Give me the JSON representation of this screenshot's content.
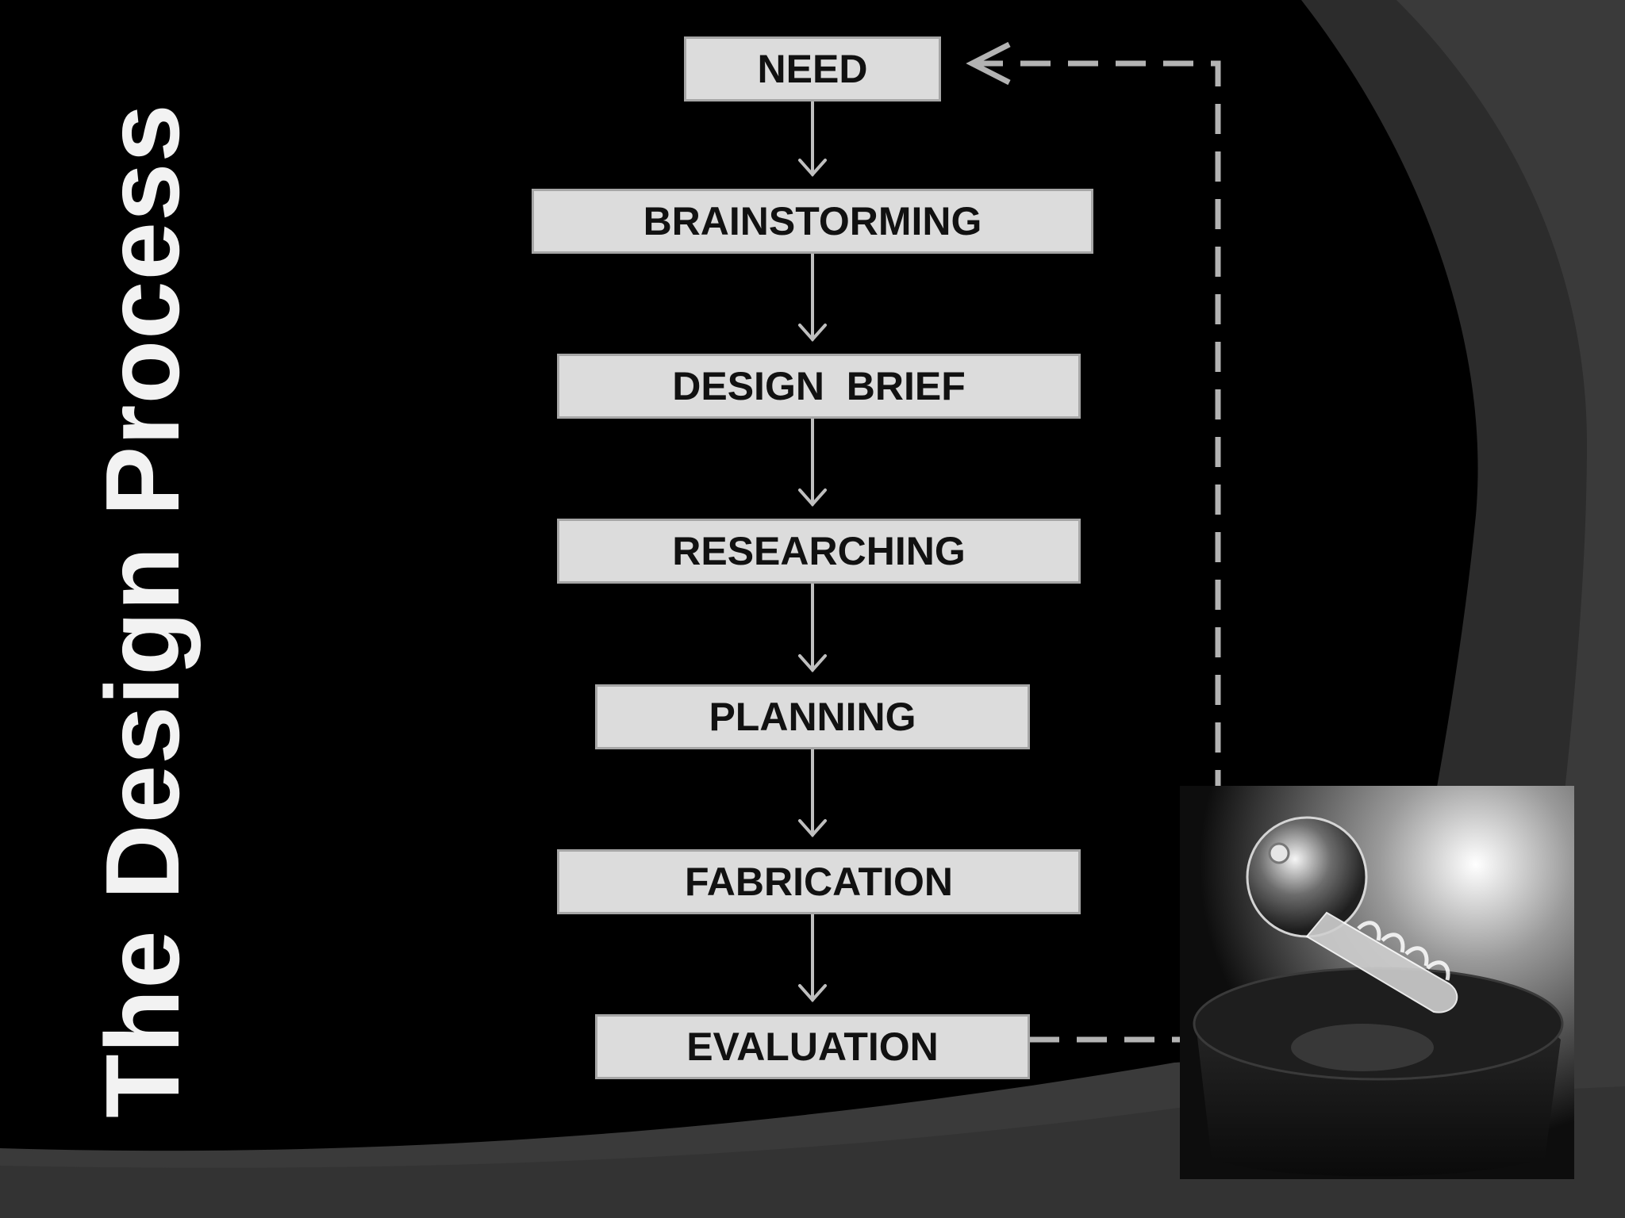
{
  "slide": {
    "title": "The Design Process",
    "colors": {
      "background": "#000000",
      "box_fill": "#dcdcdc",
      "box_border": "#a6a6a6",
      "arrow": "#bfbfbf",
      "feedback_line": "#b3b3b3"
    }
  },
  "flowchart": {
    "steps": [
      {
        "id": "need",
        "label": "NEED"
      },
      {
        "id": "brainstorming",
        "label": "BRAINSTORMING"
      },
      {
        "id": "design-brief",
        "label": "DESIGN  BRIEF"
      },
      {
        "id": "researching",
        "label": "RESEARCHING"
      },
      {
        "id": "planning",
        "label": "PLANNING"
      },
      {
        "id": "fabrication",
        "label": "FABRICATION"
      },
      {
        "id": "evaluation",
        "label": "EVALUATION"
      }
    ],
    "feedback": {
      "from": "evaluation",
      "to": "need",
      "style": "dashed"
    }
  },
  "image": {
    "icon": "glass-lightbulb-icon"
  }
}
